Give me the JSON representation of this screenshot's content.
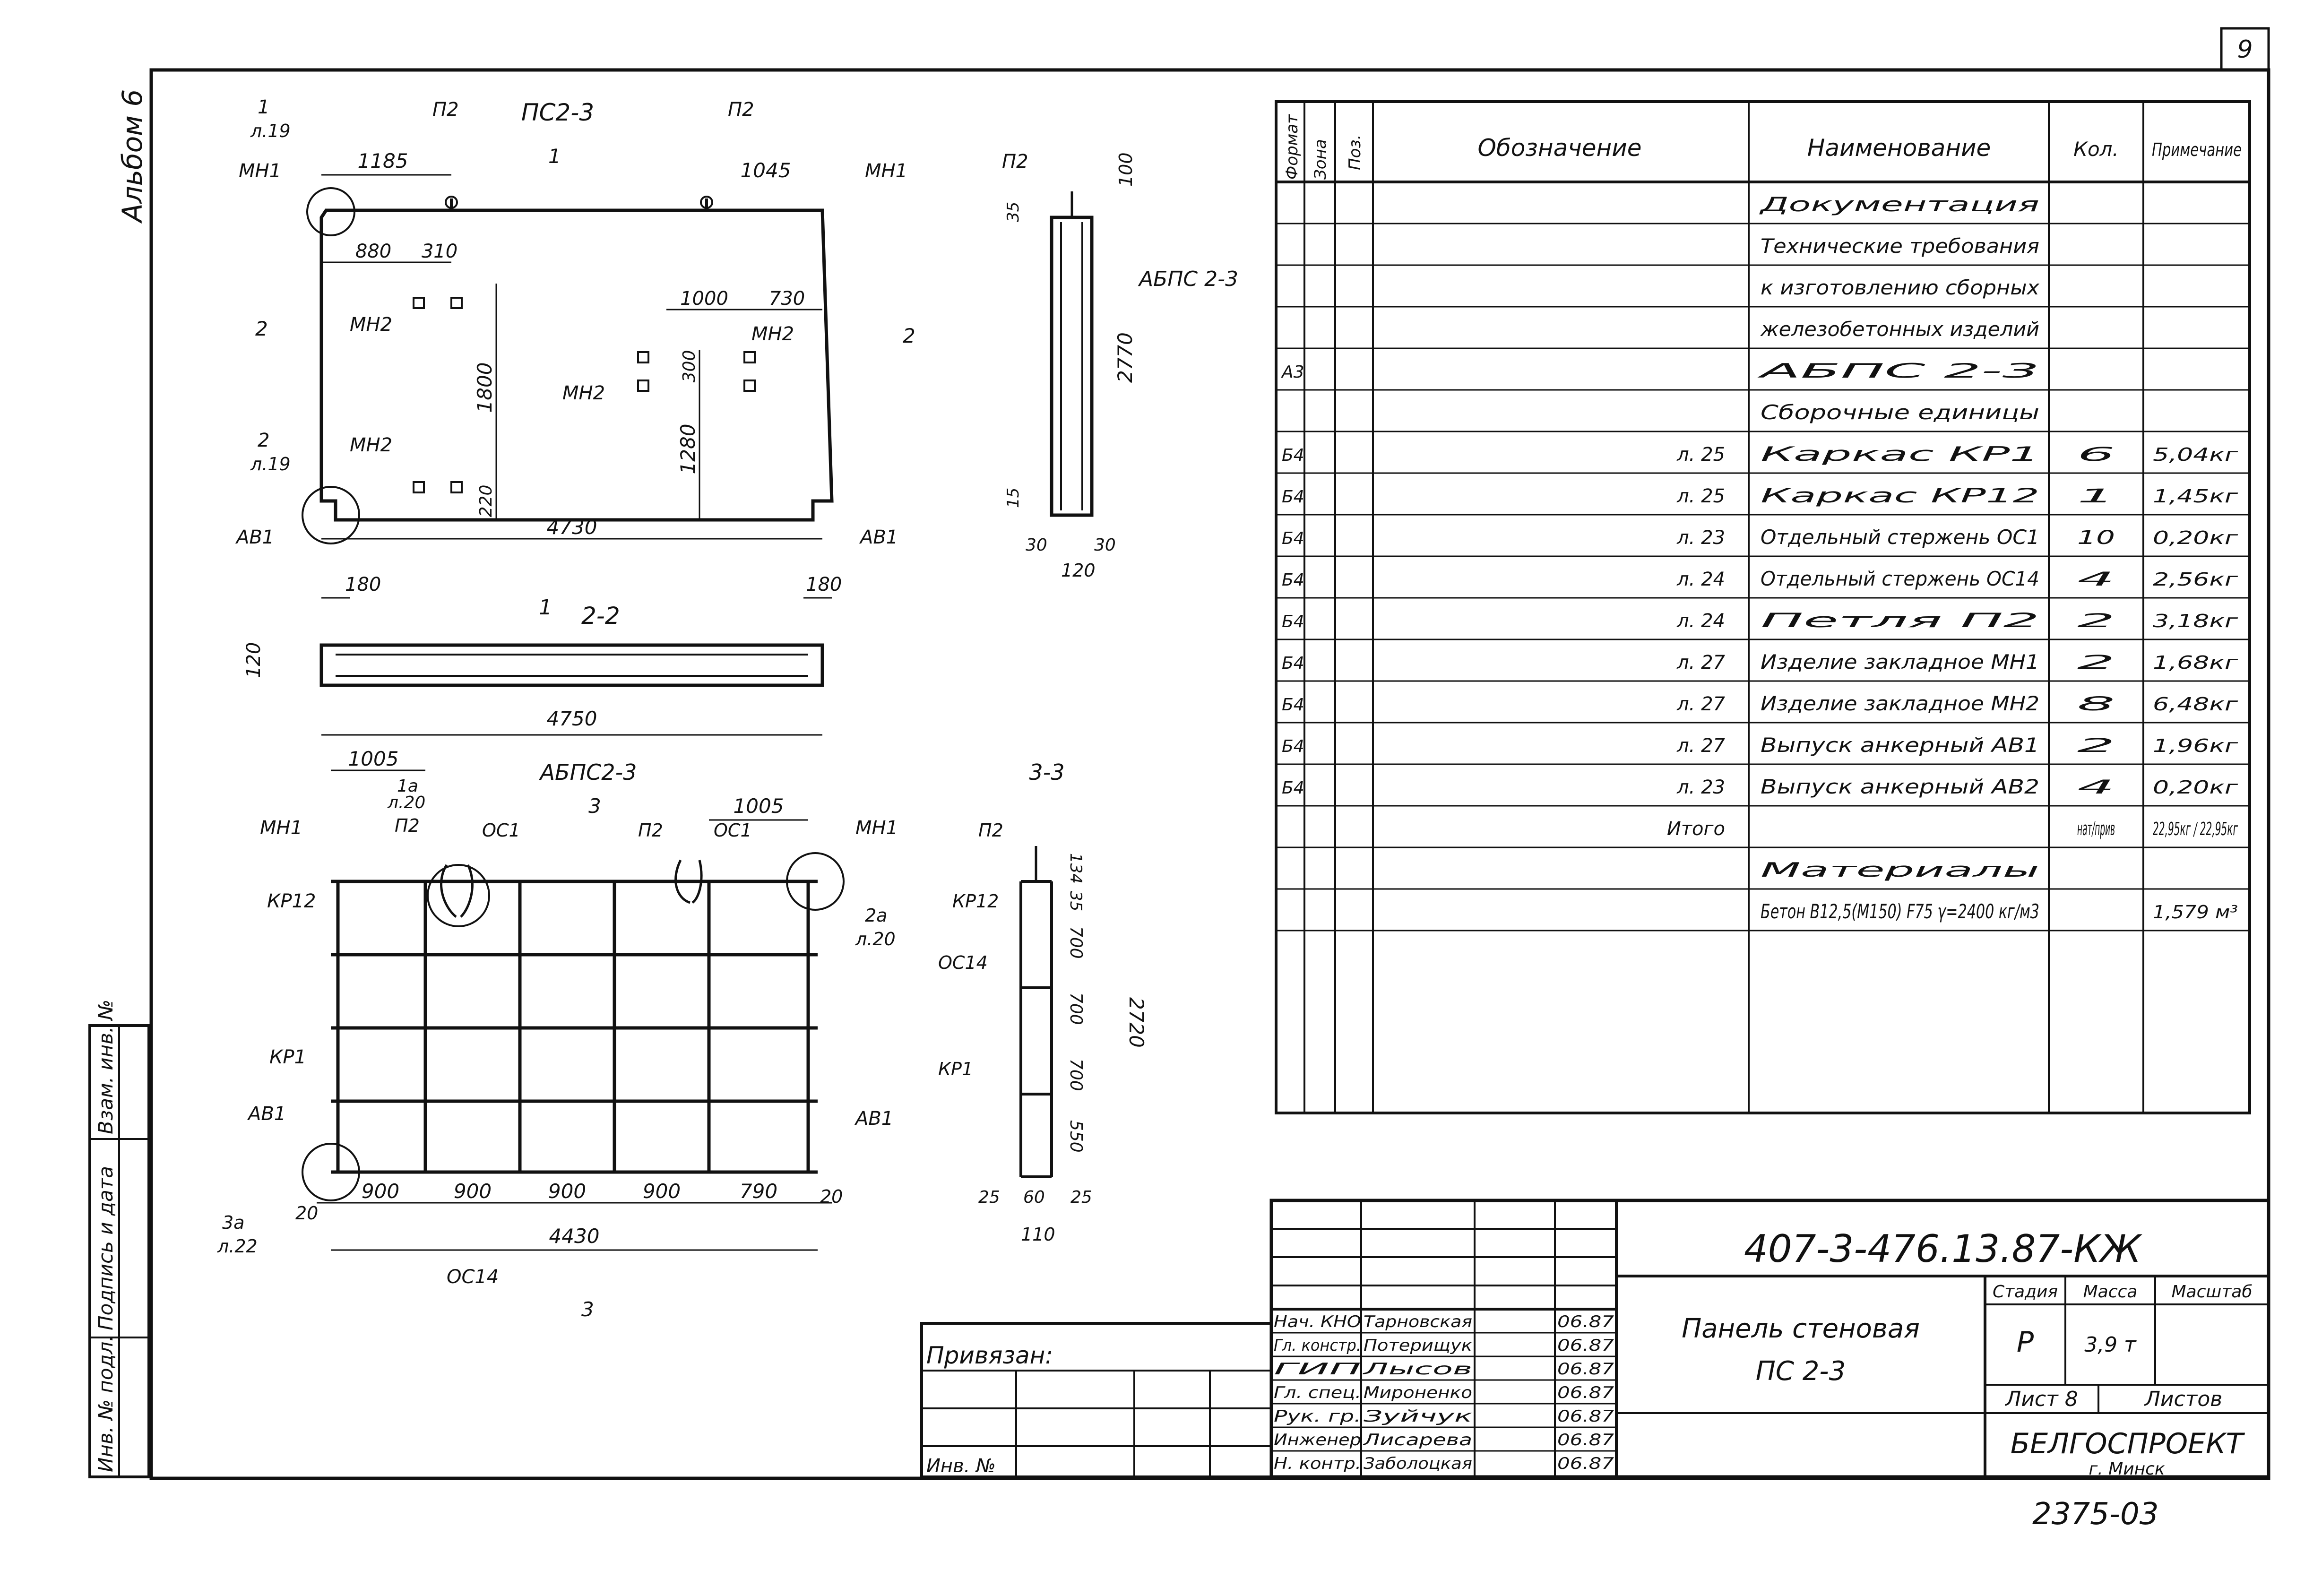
{
  "sheet": {
    "sheet_number": "9",
    "album_label": "Альбом 6",
    "code": "407-3-476.13.87-КЖ",
    "archive_number": "2375-03",
    "panel_title_line1": "Панель стеновая",
    "panel_title_line2": "ПС 2-3",
    "stage_label": "Стадия",
    "mass_label": "Масса",
    "scale_label": "Масштаб",
    "stage_value": "Р",
    "mass_value": "3,9 т",
    "sheet_label": "Лист 8",
    "sheets_label": "Листов",
    "org_name": "БЕЛГОСПРОЕКТ",
    "org_city": "г. Минск",
    "bound_label": "Привязан:",
    "inv_label": "Инв. №"
  },
  "side_stamp": {
    "inv_orig": "Инв. № подл.",
    "sign_date": "Подпись и дата",
    "replace_inv": "Взам. инв. №"
  },
  "signatures": [
    {
      "role": "Нач. КНО",
      "name": "Тарновская",
      "date": "06.87"
    },
    {
      "role": "Гл. констр.",
      "name": "Потерищук",
      "date": "06.87"
    },
    {
      "role": "ГИП",
      "name": "Лысов",
      "date": "06.87"
    },
    {
      "role": "Гл. спец.",
      "name": "Мироненко",
      "date": "06.87"
    },
    {
      "role": "Рук. гр.",
      "name": "Зуйчук",
      "date": "06.87"
    },
    {
      "role": "Инженер",
      "name": "Лисарева",
      "date": "06.87"
    },
    {
      "role": "Н. контр.",
      "name": "Заболоцкая",
      "date": "06.87"
    }
  ],
  "spec": {
    "headers": {
      "format": "Формат",
      "zone": "Зона",
      "pos": "Поз.",
      "designation": "Обозначение",
      "name": "Наименование",
      "qty": "Кол.",
      "note": "Примечание"
    },
    "rows": [
      {
        "format": "",
        "designation": "",
        "name": "Документация",
        "qty": "",
        "note": ""
      },
      {
        "format": "",
        "designation": "",
        "name": "Технические требования",
        "qty": "",
        "note": ""
      },
      {
        "format": "",
        "designation": "",
        "name": "к изготовлению сборных",
        "qty": "",
        "note": ""
      },
      {
        "format": "",
        "designation": "",
        "name": "железобетонных изделий",
        "qty": "",
        "note": ""
      },
      {
        "format": "А3",
        "designation": "",
        "name": "АБПС 2-3",
        "qty": "",
        "note": ""
      },
      {
        "format": "",
        "designation": "",
        "name": "Сборочные единицы",
        "qty": "",
        "note": ""
      },
      {
        "format": "Б4",
        "designation": "л. 25",
        "name": "Каркас КР1",
        "qty": "6",
        "note": "5,04кг"
      },
      {
        "format": "Б4",
        "designation": "л. 25",
        "name": "Каркас КР12",
        "qty": "1",
        "note": "1,45кг"
      },
      {
        "format": "Б4",
        "designation": "л. 23",
        "name": "Отдельный стержень ОС1",
        "qty": "10",
        "note": "0,20кг"
      },
      {
        "format": "Б4",
        "designation": "л. 24",
        "name": "Отдельный стержень ОС14",
        "qty": "4",
        "note": "2,56кг"
      },
      {
        "format": "Б4",
        "designation": "л. 24",
        "name": "Петля П2",
        "qty": "2",
        "note": "3,18кг"
      },
      {
        "format": "Б4",
        "designation": "л. 27",
        "name": "Изделие закладное МН1",
        "qty": "2",
        "note": "1,68кг"
      },
      {
        "format": "Б4",
        "designation": "л. 27",
        "name": "Изделие закладное МН2",
        "qty": "8",
        "note": "6,48кг"
      },
      {
        "format": "Б4",
        "designation": "л. 27",
        "name": "Выпуск анкерный АВ1",
        "qty": "2",
        "note": "1,96кг"
      },
      {
        "format": "Б4",
        "designation": "л. 23",
        "name": "Выпуск анкерный АВ2",
        "qty": "4",
        "note": "0,20кг"
      },
      {
        "format": "",
        "designation": "Итого",
        "name": "",
        "qty": "нат/прив",
        "note": "22,95кг / 22,95кг"
      },
      {
        "format": "",
        "designation": "",
        "name": "Материалы",
        "qty": "",
        "note": ""
      },
      {
        "format": "",
        "designation": "",
        "name": "Бетон В12,5(М150) F75 γ=2400 кг/м3",
        "qty": "",
        "note": "1,579 м³"
      }
    ]
  },
  "views": {
    "view1_title": "ПС2-3",
    "view2_title": "АБПС2-3",
    "section11": "1",
    "section22": "2-2",
    "section33": "3-3",
    "side_cage": "АБПС 2-3",
    "labels": {
      "mn1": "МН1",
      "mn2": "МН2",
      "p2": "П2",
      "av1": "АВ1",
      "kr1": "КР1",
      "kr12": "КР12",
      "os1": "ОС1",
      "os14": "ОС14",
      "ref1": "1",
      "ref1l": "л.19",
      "ref2": "2",
      "ref2l": "л.19",
      "ref1a": "1а",
      "ref1al": "л.20",
      "ref2a": "2а",
      "ref2al": "л.20",
      "ref3a": "3а",
      "ref3al": "л.22",
      "cut1": "1",
      "cut2": "2",
      "cut3": "3"
    },
    "dims": {
      "d1185": "1185",
      "d1045": "1045",
      "d880": "880",
      "d310": "310",
      "d1800": "1800",
      "d1000": "1000",
      "d730": "730",
      "d300": "300",
      "d1280": "1280",
      "d220": "220",
      "d4730": "4730",
      "d180": "180",
      "d120": "120",
      "d4750": "4750",
      "d35": "35",
      "d100": "100",
      "d2770": "2770",
      "d15": "15",
      "d30": "30",
      "d1005": "1005",
      "d900": "900",
      "d790": "790",
      "d20": "20",
      "d4430": "4430",
      "d700": "700",
      "d550": "550",
      "d25": "25",
      "d60": "60",
      "d110": "110",
      "d2720": "2720",
      "d134": "134"
    }
  }
}
